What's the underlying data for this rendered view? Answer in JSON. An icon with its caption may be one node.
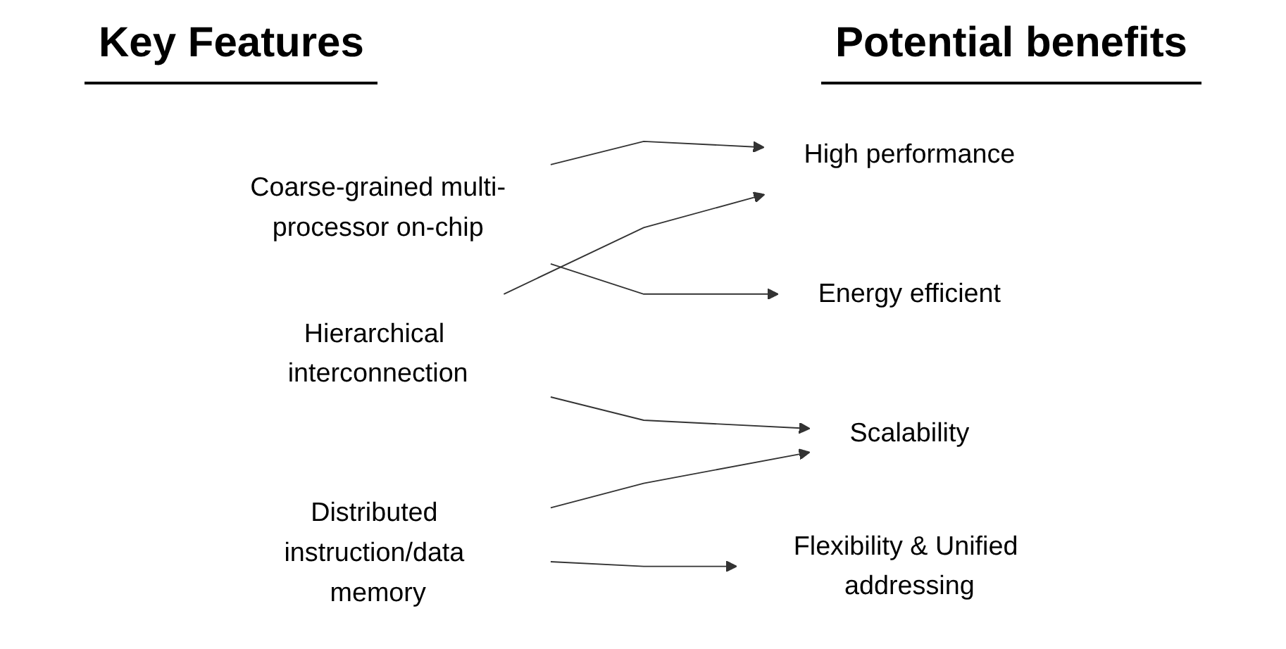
{
  "diagram": {
    "nodes": [
      {
        "text": [
          "Coarse-grained multi-processor on-chip"
        ]
      },
      {
        "text": [
          "Hierarchical interconnection"
        ]
      },
      {
        "text": [
          "Distributed instruction/data memory"
        ]
      },
      {
        "text": [
          "High performance"
        ]
      },
      {
        "text": [
          "Energy efficient"
        ]
      },
      {
        "text": [
          "Scalability"
        ]
      },
      {
        "text": [
          "Flexibility & Unified addressing"
        ]
      }
    ],
    "edges": [
      {
        "from": 0,
        "to": 3,
        "arrow": "to"
      },
      {
        "from": 0,
        "to": 4,
        "arrow": "to"
      },
      {
        "from": 1,
        "to": 3,
        "arrow": "to"
      },
      {
        "from": 1,
        "to": 5,
        "arrow": "to"
      },
      {
        "from": 2,
        "to": 5,
        "arrow": "to"
      },
      {
        "from": 2,
        "to": 6,
        "arrow": "to"
      }
    ],
    "labels": [
      "Key Features",
      "Potential benefits"
    ]
  }
}
